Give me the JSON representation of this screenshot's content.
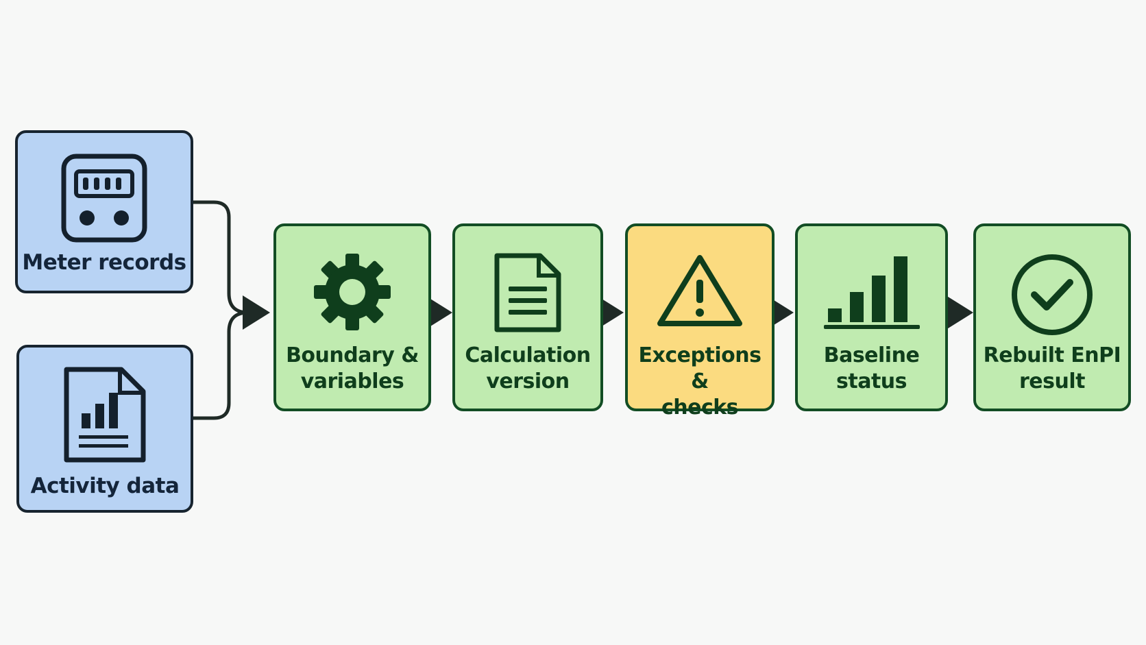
{
  "colors": {
    "input_fill": "#b8d3f4",
    "step_fill": "#c0ebb0",
    "warning_fill": "#fbdb80",
    "step_border": "#124d24",
    "arrow": "#1f2a26"
  },
  "inputs": [
    {
      "label": "Meter records",
      "icon": "meter-icon"
    },
    {
      "label": "Activity data",
      "icon": "data-report-icon"
    }
  ],
  "steps": [
    {
      "label": "Boundary &\nvariables",
      "icon": "gear-icon",
      "status": "normal"
    },
    {
      "label": "Calculation\nversion",
      "icon": "document-icon",
      "status": "normal"
    },
    {
      "label": "Exceptions &\nchecks",
      "icon": "warning-icon",
      "status": "warning"
    },
    {
      "label": "Baseline\nstatus",
      "icon": "bar-chart-icon",
      "status": "normal"
    },
    {
      "label": "Rebuilt EnPI\nresult",
      "icon": "check-circle-icon",
      "status": "normal"
    }
  ]
}
